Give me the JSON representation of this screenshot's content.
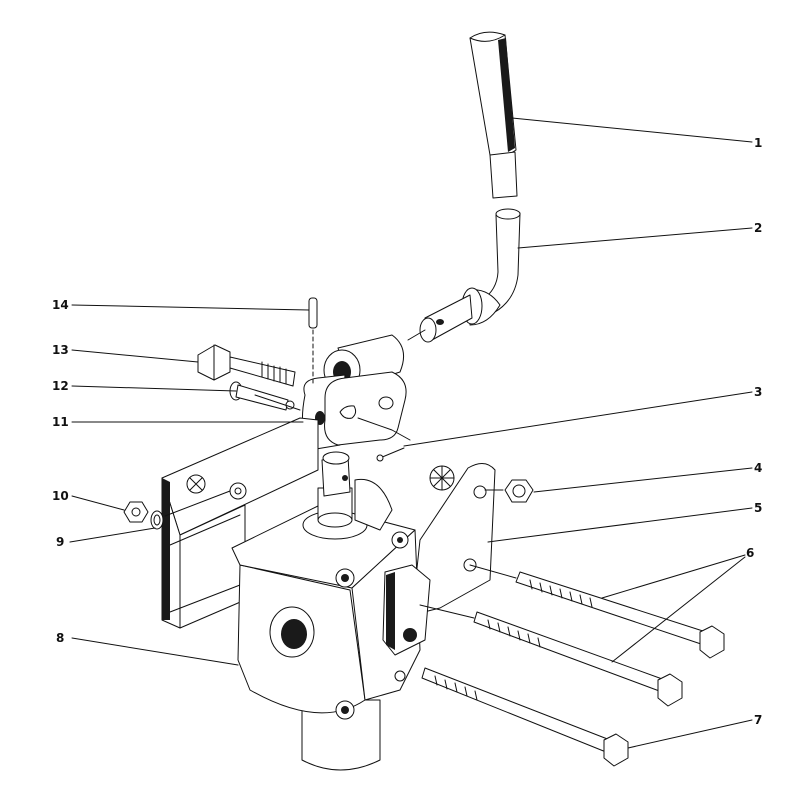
{
  "diagram": {
    "callouts": [
      {
        "id": "1",
        "label": "1"
      },
      {
        "id": "2",
        "label": "2"
      },
      {
        "id": "3",
        "label": "3"
      },
      {
        "id": "4",
        "label": "4"
      },
      {
        "id": "5",
        "label": "5"
      },
      {
        "id": "6",
        "label": "6"
      },
      {
        "id": "7",
        "label": "7"
      },
      {
        "id": "8",
        "label": "8"
      },
      {
        "id": "9",
        "label": "9"
      },
      {
        "id": "10",
        "label": "10"
      },
      {
        "id": "11",
        "label": "11"
      },
      {
        "id": "12",
        "label": "12"
      },
      {
        "id": "13",
        "label": "13"
      },
      {
        "id": "14",
        "label": "14"
      }
    ]
  },
  "colors": {
    "ink": "#111111",
    "background": "#ffffff"
  }
}
